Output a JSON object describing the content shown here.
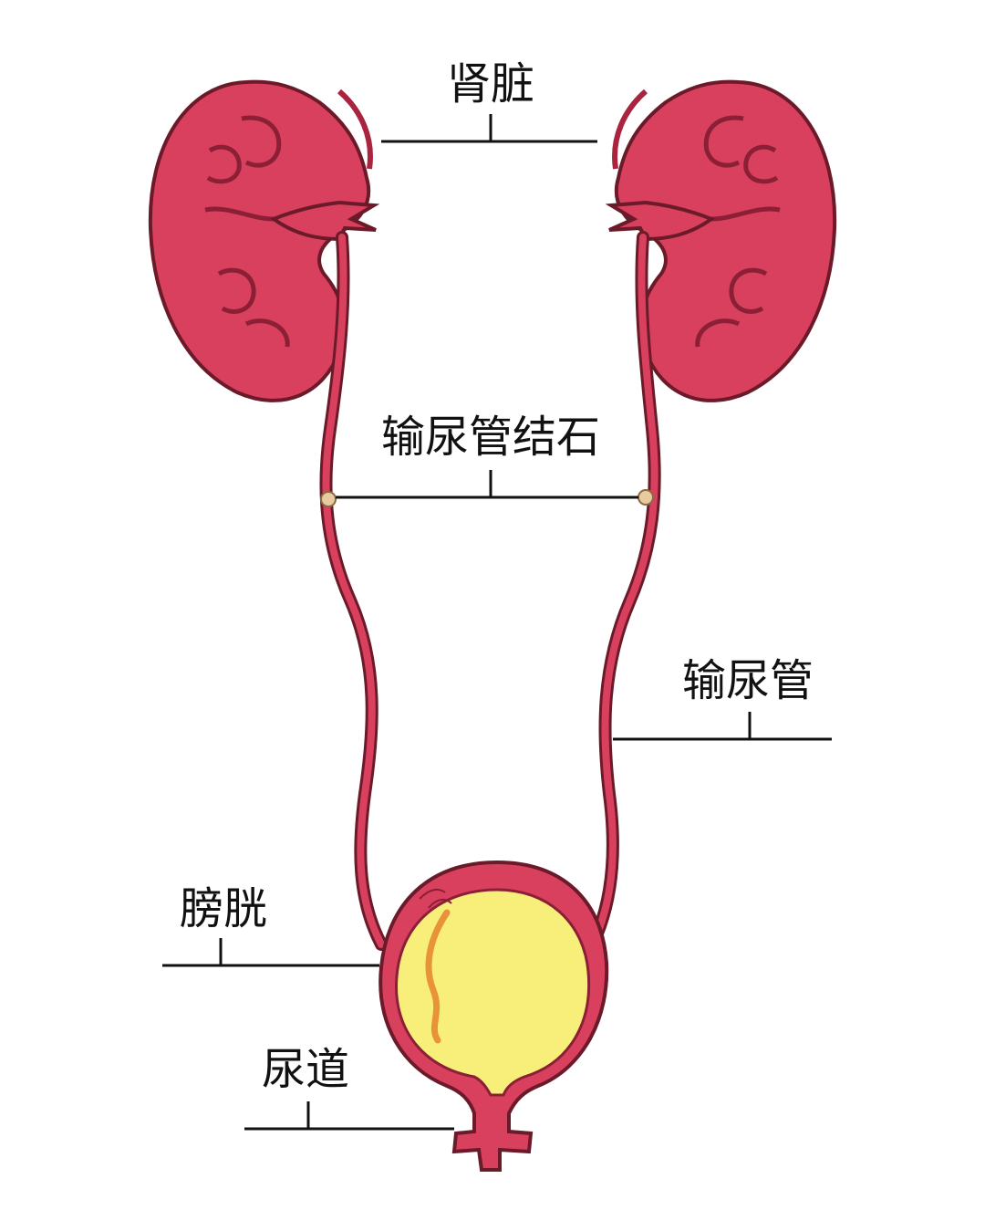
{
  "labels": {
    "kidney": "肾脏",
    "ureter_stone": "输尿管结石",
    "ureter": "输尿管",
    "bladder": "膀胱",
    "urethra": "尿道"
  },
  "colors": {
    "organ_fill": "#d9405e",
    "organ_outline": "#6b1a2a",
    "organ_shadow": "#a8243f",
    "urine_fill": "#f7ef7a",
    "urine_streak": "#e8923a",
    "stone_fill": "#e8c9a0",
    "line": "#111111"
  }
}
